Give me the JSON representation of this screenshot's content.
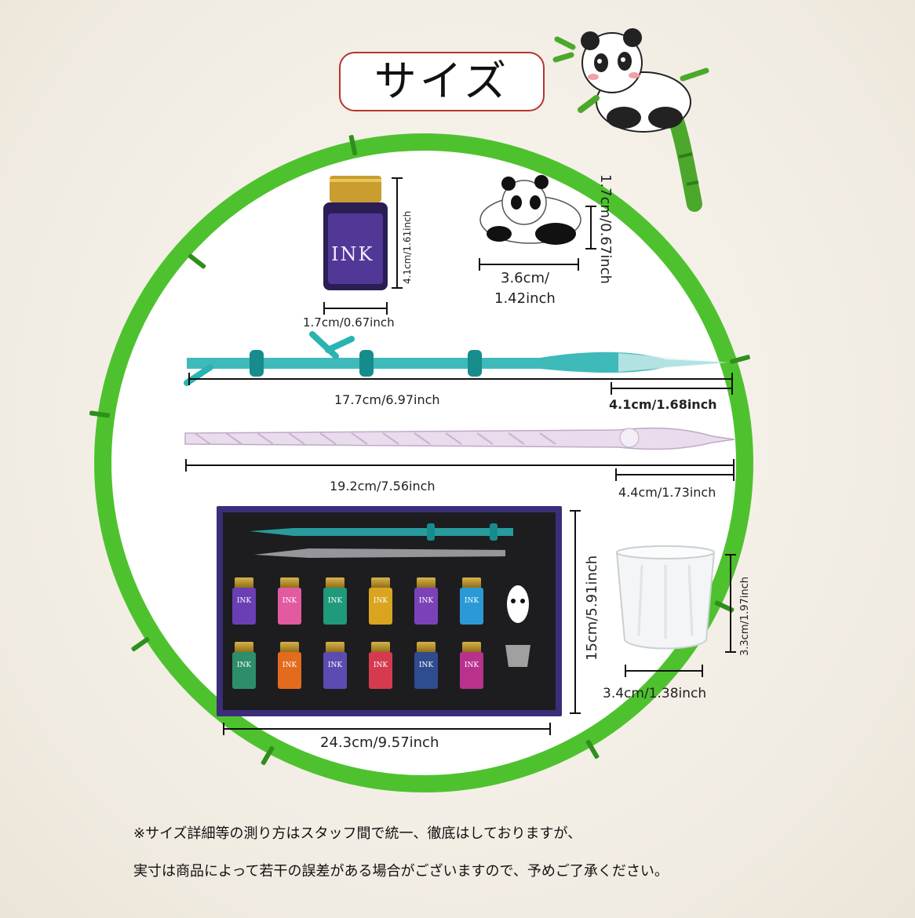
{
  "title": "サイズ",
  "ink_label": "INK",
  "dimensions": {
    "ink_height": "4.1cm/1.61inch",
    "ink_width": "1.7cm/0.67inch",
    "stand_height": "1.7cm/0.67inch",
    "stand_width_cm": "3.6cm/",
    "stand_width_inch": "1.42inch",
    "bamboo_pen_length": "17.7cm/6.97inch",
    "bamboo_pen_tip": "4.1cm/1.68inch",
    "glass_pen_length": "19.2cm/7.56inch",
    "glass_pen_tip": "4.4cm/1.73inch",
    "box_height": "15cm/5.91inch",
    "box_width": "24.3cm/9.57inch",
    "cup_height": "3.3cm/1.97inch",
    "cup_width": "3.4cm/1.38inch"
  },
  "notes": [
    "※サイズ詳細等の測り方はスタッフ間で統一、徹底はしておりますが、",
    "実寸は商品によって若干の誤差がある場合がございますので、予めご了承ください。"
  ],
  "colors": {
    "ring": "#4ec22e",
    "title_border": "#b5352e",
    "bamboo_pen": "#2ab3b3",
    "box": "#3b2d7a"
  },
  "bottle_colors_row1": [
    "#6a3fb5",
    "#e25aa0",
    "#1f9a7a",
    "#d9a520",
    "#7b42b8",
    "#2a9ad6"
  ],
  "bottle_colors_row2": [
    "#2d8e6a",
    "#e36b1e",
    "#5c4bb0",
    "#d63a4f",
    "#2f4c8f",
    "#b8328c"
  ]
}
